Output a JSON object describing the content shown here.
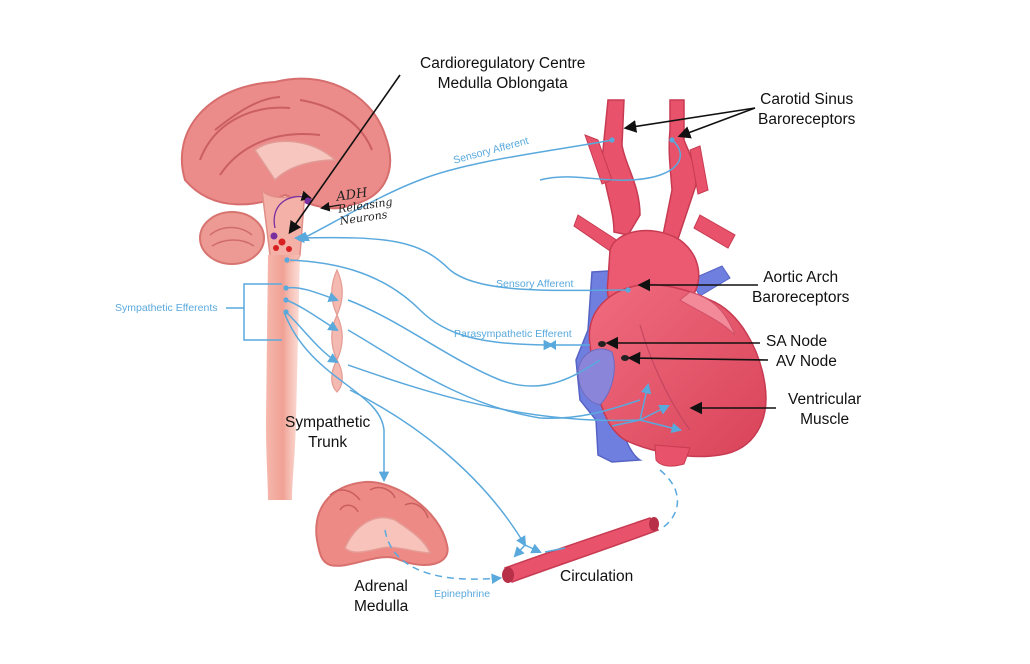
{
  "labels": {
    "cardio_line1": "Cardioregulatory Centre",
    "cardio_line2": "Medulla Oblongata",
    "carotid_line1": "Carotid Sinus",
    "carotid_line2": "Baroreceptors",
    "aortic_line1": "Aortic Arch",
    "aortic_line2": "Baroreceptors",
    "sa_node": "SA Node",
    "av_node": "AV Node",
    "ventricular_line1": "Ventricular",
    "ventricular_line2": "Muscle",
    "sympathetic_trunk_line1": "Sympathetic",
    "sympathetic_trunk_line2": "Trunk",
    "adrenal_line1": "Adrenal",
    "adrenal_line2": "Medulla",
    "circulation": "Circulation"
  },
  "pathway_labels": {
    "sensory_afferent_top": "Sensory Afferent",
    "sensory_afferent_mid": "Sensory Afferent",
    "parasympathetic_efferent": "Parasympathetic Efferent",
    "sympathetic_efferents": "Sympathetic Efferents",
    "epinephrine": "Epinephrine"
  },
  "handwritten": {
    "adh": "ADH",
    "releasing": "Releasing",
    "neurons": "Neurons"
  },
  "colors": {
    "nerve": "#5aa9dd",
    "tissue": "#e97a7a",
    "tissue_light": "#f3b0ac",
    "artery": "#e0505f",
    "vein": "#6f7fe0",
    "neuron_purple": "#7a2fa0",
    "neuron_red": "#d82020"
  }
}
